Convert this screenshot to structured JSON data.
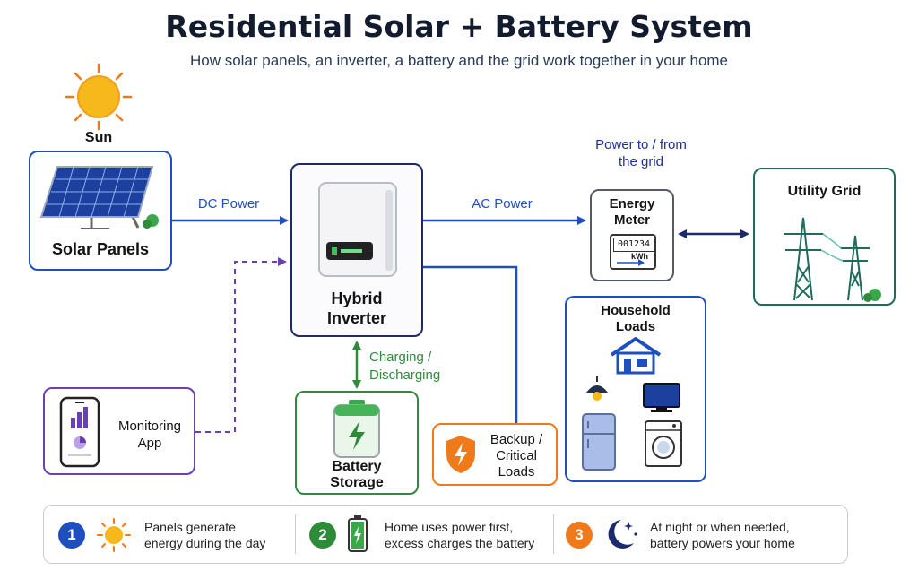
{
  "title": "Residential Solar + Battery System",
  "subtitle": "How solar panels, an inverter, a battery and the grid work together in your home",
  "nodes": {
    "sun": "Sun",
    "solar_panels": "Solar Panels",
    "hybrid_inverter": "Hybrid\nInverter",
    "energy_meter": "Energy\nMeter",
    "meter_reading": "001234",
    "meter_unit": "kWh",
    "utility_grid": "Utility Grid",
    "household_loads": "Household\nLoads",
    "monitoring_app": "Monitoring\nApp",
    "battery_storage": "Battery\nStorage",
    "backup_loads": "Backup /\nCritical\nLoads"
  },
  "flows": {
    "dc_power": "DC Power",
    "ac_power": "AC Power",
    "grid_power": "Power to / from\nthe grid",
    "charging": "Charging /\nDischarging"
  },
  "legend": [
    {
      "number": "1",
      "text": "Panels generate\nenergy during the day",
      "icon": "sun-icon"
    },
    {
      "number": "2",
      "text": "Home uses power first,\nexcess charges the battery",
      "icon": "battery-icon"
    },
    {
      "number": "3",
      "text": "At night or when needed,\nbattery powers your home",
      "icon": "moon-icon"
    }
  ],
  "colors": {
    "blue": "#1f4fbf",
    "navy": "#1a2a6c",
    "green": "#2e8b3a",
    "purple": "#6a3fb5",
    "orange": "#f07a1a",
    "teal": "#1f6b5c",
    "sun": "#f6b81a"
  }
}
